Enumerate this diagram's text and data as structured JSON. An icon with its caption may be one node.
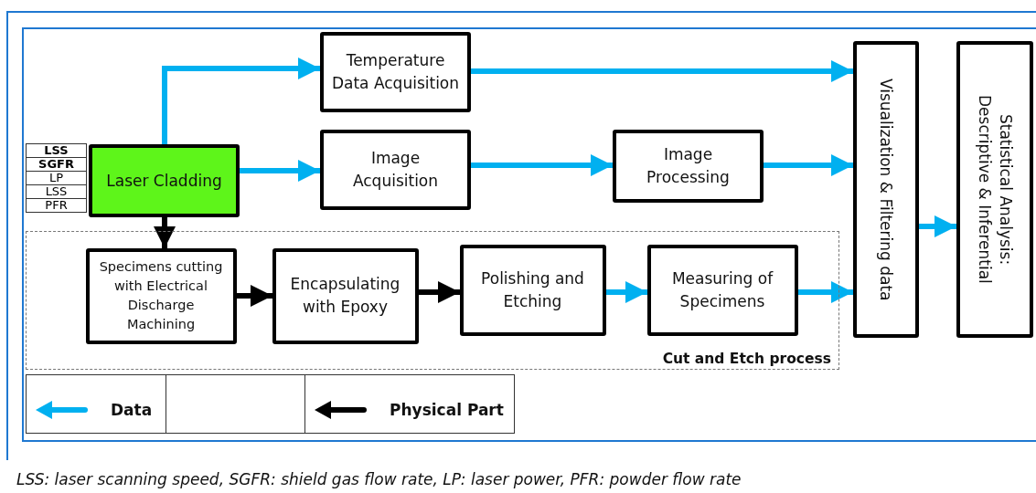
{
  "diagram": {
    "caption": "LSS: laser scanning speed, SGFR: shield gas flow rate, LP: laser power, PFR: powder flow rate",
    "nodes": [
      {
        "text": [
          "Laser Cladding"
        ],
        "beside": [
          "LSS",
          "SGFR",
          "LP",
          "LSS",
          "PFR"
        ]
      },
      {
        "text": [
          "Temperature Data Acquisition"
        ]
      },
      {
        "text": [
          "Image Acquisition"
        ]
      },
      {
        "text": [
          "Image Processing"
        ]
      },
      {
        "text": [
          "Visualization & Filtering data"
        ]
      },
      {
        "text": [
          "Statistical Analysis:",
          "Descriptive & Inferential"
        ]
      },
      {
        "text": [
          "Cut and Etch process"
        ]
      },
      {
        "text": [
          "Specimens cutting with Electrical Discharge Machining"
        ],
        "in": 6
      },
      {
        "text": [
          "Encapsulating with Epoxy"
        ],
        "in": 6
      },
      {
        "text": [
          "Polishing and Etching"
        ],
        "in": 6
      },
      {
        "text": [
          "Measuring of Specimens"
        ],
        "in": 6
      }
    ],
    "edges": [
      {
        "from": 0,
        "to": 1,
        "arrow": "to"
      },
      {
        "from": 0,
        "to": 2,
        "arrow": "to"
      },
      {
        "from": 1,
        "to": 4,
        "arrow": "to"
      },
      {
        "from": 2,
        "to": 3,
        "arrow": "to"
      },
      {
        "from": 3,
        "to": 4,
        "arrow": "to"
      },
      {
        "from": 4,
        "to": 5,
        "arrow": "to"
      },
      {
        "from": 0,
        "to": 7,
        "arrow": "to",
        "color": "#000000"
      },
      {
        "from": 7,
        "to": 8,
        "arrow": "to",
        "color": "#000000"
      },
      {
        "from": 8,
        "to": 9,
        "arrow": "to",
        "color": "#000000"
      },
      {
        "from": 9,
        "to": 10,
        "arrow": "to"
      },
      {
        "from": 10,
        "to": 4,
        "arrow": "to"
      }
    ],
    "legend": [
      {
        "text": "Data"
      },
      {
        "text": "Physical Part"
      }
    ]
  }
}
